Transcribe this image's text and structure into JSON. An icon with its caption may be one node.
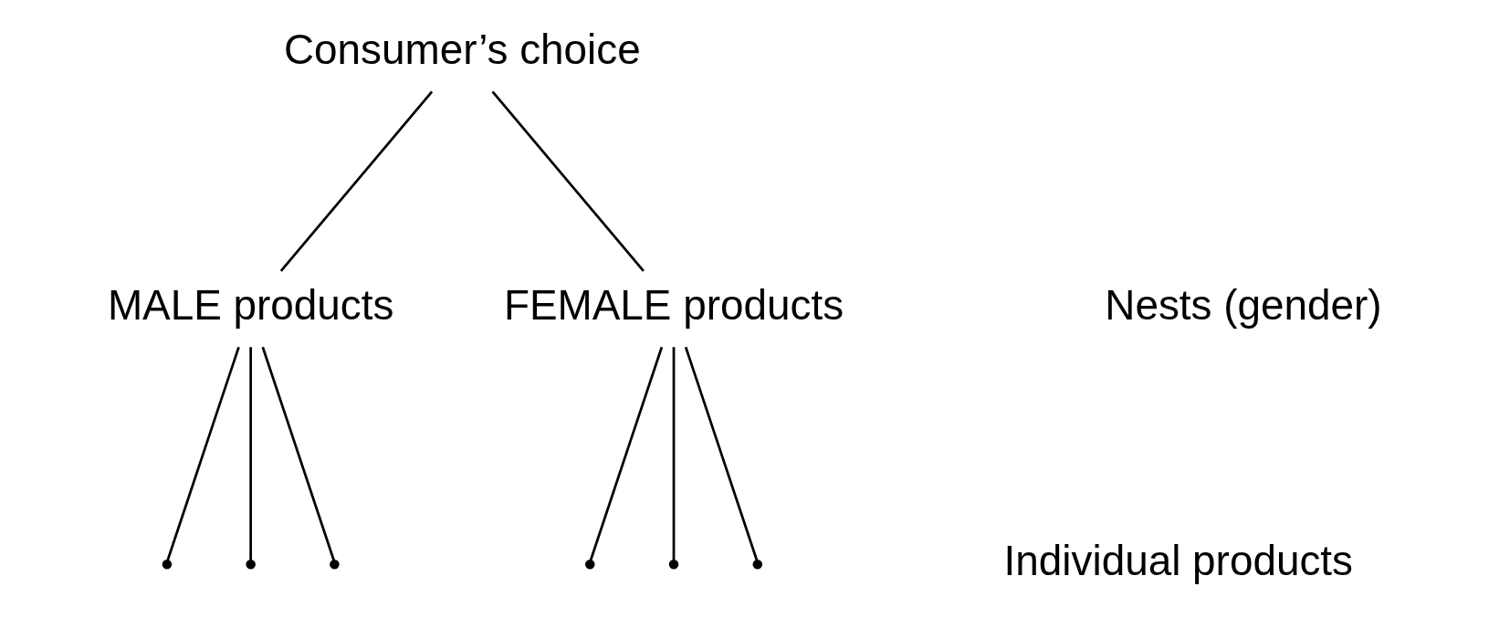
{
  "diagram": {
    "nodes": [
      {
        "text": [
          "Consumer’s choice"
        ]
      },
      {
        "text": [
          "MALE products"
        ]
      },
      {
        "text": [
          "FEMALE products"
        ]
      },
      {
        "text": [],
        "shape": "point"
      },
      {
        "text": [],
        "shape": "point"
      },
      {
        "text": [],
        "shape": "point"
      },
      {
        "text": [],
        "shape": "point"
      },
      {
        "text": [],
        "shape": "point"
      },
      {
        "text": [],
        "shape": "point"
      }
    ],
    "edges": [
      {
        "from": 0,
        "to": 1,
        "arrow": "none"
      },
      {
        "from": 0,
        "to": 2,
        "arrow": "none"
      },
      {
        "from": 1,
        "to": 3,
        "arrow": "none"
      },
      {
        "from": 1,
        "to": 4,
        "arrow": "none"
      },
      {
        "from": 1,
        "to": 5,
        "arrow": "none"
      },
      {
        "from": 2,
        "to": 6,
        "arrow": "none"
      },
      {
        "from": 2,
        "to": 7,
        "arrow": "none"
      },
      {
        "from": 2,
        "to": 8,
        "arrow": "none"
      }
    ],
    "labels": [
      "Nests (gender)",
      "Individual products"
    ]
  }
}
